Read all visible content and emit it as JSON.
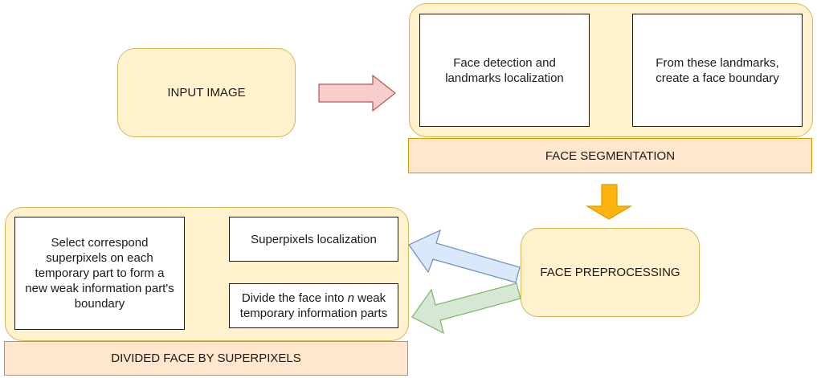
{
  "diagram": {
    "input_image": "INPUT IMAGE",
    "segmentation": {
      "step1": "Face detection and landmarks localization",
      "step2": "From these  landmarks, create a face boundary",
      "label": "FACE SEGMENTATION"
    },
    "preprocessing": "FACE PREPROCESSING",
    "superpixels": {
      "localization": "Superpixels localization",
      "divide_prefix": "Divide the face into ",
      "divide_n": "n",
      "divide_suffix": " weak temporary information parts",
      "select": "Select correspond superpixels on each temporary part to form a new weak information part's boundary",
      "label": "DIVIDED FACE BY SUPERPIXELS"
    },
    "colors": {
      "node_fill": "#fff2cc",
      "node_border": "#d6b656",
      "label_fill": "#ffe6cc",
      "label_border": "#d79b00",
      "arrow_red": "#f8cecc",
      "arrow_orange": "#ffb30f",
      "arrow_blue": "#dae8fc",
      "arrow_green": "#d5e8d4"
    }
  }
}
